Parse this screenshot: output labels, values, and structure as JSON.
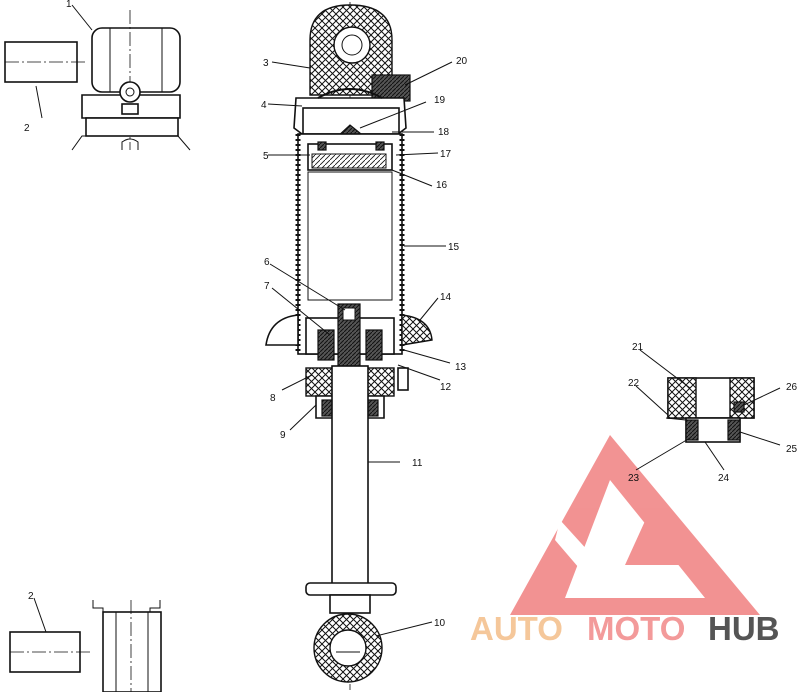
{
  "diagram": {
    "callouts": [
      {
        "id": "c1",
        "text": "1"
      },
      {
        "id": "c2a",
        "text": "2"
      },
      {
        "id": "c2b",
        "text": "2"
      },
      {
        "id": "c3",
        "text": "3"
      },
      {
        "id": "c4",
        "text": "4"
      },
      {
        "id": "c5",
        "text": "5"
      },
      {
        "id": "c6",
        "text": "6"
      },
      {
        "id": "c7",
        "text": "7"
      },
      {
        "id": "c8",
        "text": "8"
      },
      {
        "id": "c9",
        "text": "9"
      },
      {
        "id": "c10",
        "text": "10"
      },
      {
        "id": "c11",
        "text": "11"
      },
      {
        "id": "c12",
        "text": "12"
      },
      {
        "id": "c13",
        "text": "13"
      },
      {
        "id": "c14",
        "text": "14"
      },
      {
        "id": "c15",
        "text": "15"
      },
      {
        "id": "c16",
        "text": "16"
      },
      {
        "id": "c17",
        "text": "17"
      },
      {
        "id": "c18",
        "text": "18"
      },
      {
        "id": "c19",
        "text": "19"
      },
      {
        "id": "c20",
        "text": "20"
      },
      {
        "id": "c21",
        "text": "21"
      },
      {
        "id": "c22",
        "text": "22"
      },
      {
        "id": "c23",
        "text": "23"
      },
      {
        "id": "c24",
        "text": "24"
      },
      {
        "id": "c25",
        "text": "25"
      },
      {
        "id": "c26",
        "text": "26"
      }
    ]
  },
  "watermark": {
    "part1": "AUTO",
    "part2": "MOTO",
    "part3": "HUB",
    "colors": {
      "auto": "#f5c79a",
      "moto": "#f39a9a",
      "hub": "#555555",
      "logo": "#f08080"
    }
  }
}
